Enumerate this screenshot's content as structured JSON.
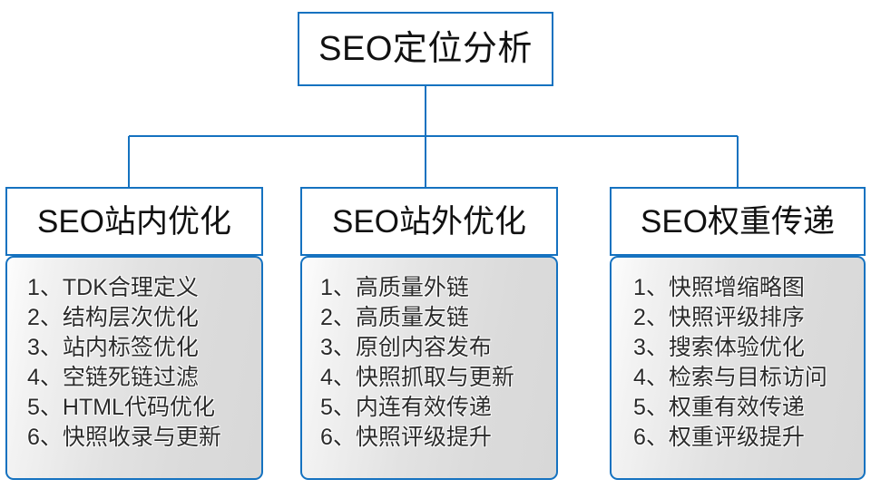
{
  "theme": {
    "border_color": "#1572c0",
    "header_bg": "#ffffff",
    "body_bg_light": "#fdfdfd",
    "body_bg_dark": "#d8d8d8",
    "text_color": "#111111",
    "item_text_color": "#2b2b2b",
    "canvas_bg": "#ffffff"
  },
  "root": {
    "label": "SEO定位分析"
  },
  "branches": [
    {
      "header": "SEO站内优化",
      "items": [
        "1、TDK合理定义",
        "2、结构层次优化",
        "3、站内标签优化",
        "4、空链死链过滤",
        "5、HTML代码优化",
        "6、快照收录与更新"
      ]
    },
    {
      "header": "SEO站外优化",
      "items": [
        "1、高质量外链",
        "2、高质量友链",
        "3、原创内容发布",
        "4、快照抓取与更新",
        "5、内连有效传递",
        "6、快照评级提升"
      ]
    },
    {
      "header": "SEO权重传递",
      "items": [
        "1、快照增缩略图",
        "2、快照评级排序",
        "3、搜索体验优化",
        "4、检索与目标访问",
        "5、权重有效传递",
        "6、权重评级提升"
      ]
    }
  ]
}
